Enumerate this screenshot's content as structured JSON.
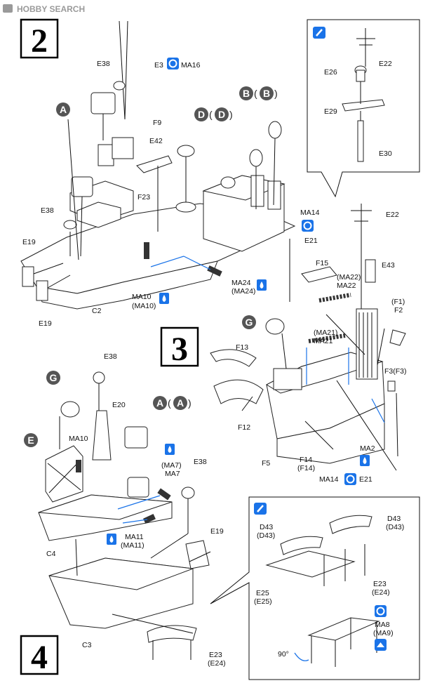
{
  "watermark": "HOBBY SEARCH",
  "steps": {
    "s2": "2",
    "s3": "3",
    "s4": "4"
  },
  "labels": {
    "E3": "E3",
    "MA16": "MA16",
    "E38a": "E38",
    "F9": "F9",
    "E42": "E42",
    "F23": "F23",
    "E38b": "E38",
    "E19a": "E19",
    "E19b": "E19",
    "C2": "C2",
    "MA10a": "MA10",
    "MA10a_p": "(MA10)",
    "MA24": "MA24",
    "MA24_p": "(MA24)",
    "E22a": "E22",
    "E26": "E26",
    "E29": "E29",
    "E30": "E30",
    "E22b": "E22",
    "MA14a": "MA14",
    "E21a": "E21",
    "F15": "F15",
    "MA22_p": "(MA22)",
    "MA22": "MA22",
    "E43": "E43",
    "F1_p": "(F1)",
    "F2": "F2",
    "MA21_p": "(MA21)",
    "MA21": "MA21",
    "F13": "F13",
    "F12": "F12",
    "F3": "F3(F3)",
    "F5": "F5",
    "F14": "F14",
    "F14_p": "(F14)",
    "MA2": "MA2",
    "MA14b": "MA14",
    "E21b": "E21",
    "E38c": "E38",
    "E20": "E20",
    "MA10b": "MA10",
    "MA7_p": "(MA7)",
    "MA7": "MA7",
    "E38d": "E38",
    "MA11": "MA11",
    "MA11_p": "(MA11)",
    "E19c": "E19",
    "C4": "C4",
    "C3": "C3",
    "E23a": "E23",
    "E24a": "(E24)",
    "D43a": "D43",
    "D43a_p": "(D43)",
    "D43b": "D43",
    "D43b_p": "(D43)",
    "E25": "E25",
    "E25_p": "(E25)",
    "E23b": "E23",
    "E24b": "(E24)",
    "MA8": "MA8",
    "MA9": "(MA9)",
    "deg": "90°"
  },
  "callouts": {
    "A": "A",
    "B": "B",
    "D": "D",
    "G": "G",
    "E": "E"
  },
  "colors": {
    "accent_blue": "#1a73e8",
    "callout_gray": "#555555",
    "line": "#111111"
  }
}
